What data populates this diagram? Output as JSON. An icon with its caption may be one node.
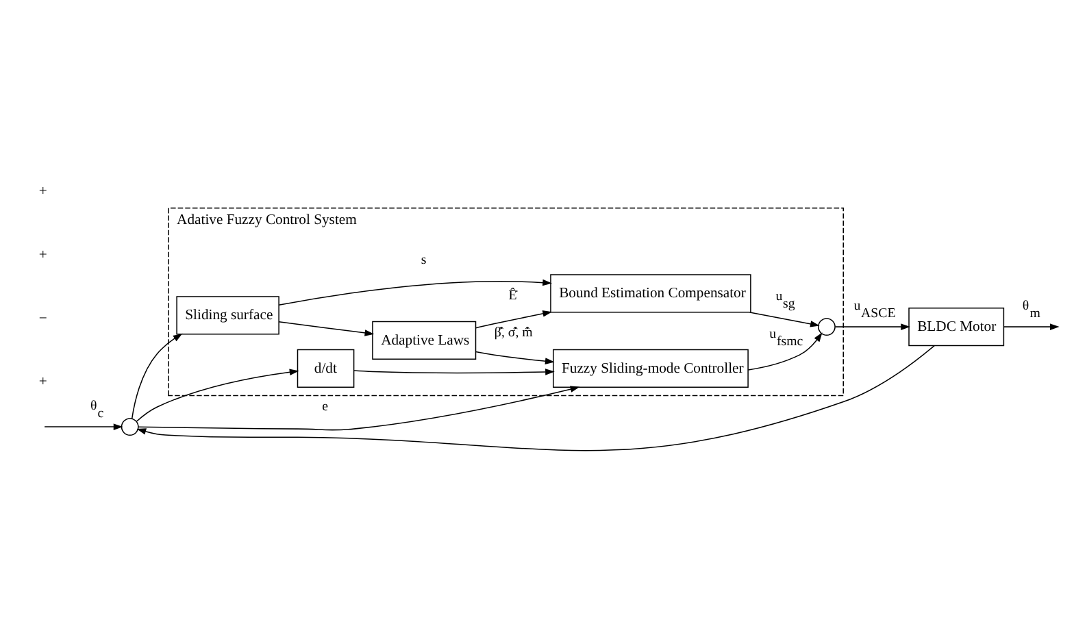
{
  "diagram": {
    "nodes": [
      {
        "text": [
          "Adative Fuzzy Control System"
        ]
      },
      {
        "text": [
          "Sliding surface"
        ],
        "in": 0
      },
      {
        "text": [
          "Bound Estimation Compensator"
        ],
        "in": 0
      },
      {
        "text": [
          "Adaptive Laws"
        ],
        "in": 0
      },
      {
        "text": [
          "d/dt"
        ],
        "in": 0
      },
      {
        "text": [
          "Fuzzy Sliding-mode Controller"
        ],
        "in": 0
      },
      {
        "text": [],
        "shape": "circle",
        "in": 0
      },
      {
        "text": [],
        "shape": "circle"
      },
      {
        "text": [
          "BLDC Motor"
        ]
      }
    ],
    "edges": [
      {
        "from": null,
        "to": 7,
        "arrow": "to",
        "label": "θ$_{c}$"
      },
      {
        "from": 7,
        "to": 5,
        "arrow": "to",
        "label": "e"
      },
      {
        "from": 7,
        "to": 1,
        "arrow": "to"
      },
      {
        "from": 7,
        "to": 4,
        "arrow": "to"
      },
      {
        "from": 1,
        "to": 2,
        "arrow": "to",
        "label": "s"
      },
      {
        "from": 1,
        "to": 3,
        "arrow": "to"
      },
      {
        "from": 3,
        "to": 2,
        "arrow": "to",
        "label": "Ê̇"
      },
      {
        "from": 3,
        "to": 5,
        "arrow": "to",
        "label": "β̂̇, σ̂̇, m̂̇"
      },
      {
        "from": 4,
        "to": 5,
        "arrow": "to"
      },
      {
        "from": 2,
        "to": 6,
        "arrow": "to",
        "label": "u$_{sg}$"
      },
      {
        "from": 5,
        "to": 6,
        "arrow": "to",
        "label": "u$_{fsmc}$"
      },
      {
        "from": 6,
        "to": 8,
        "arrow": "to",
        "label": "u$_{ASCE}$"
      },
      {
        "from": 8,
        "to": null,
        "arrow": "to",
        "label": "θ$_{m}$"
      },
      {
        "from": 8,
        "to": 7,
        "arrow": "to"
      }
    ],
    "labels": [
      "+",
      "−",
      "+",
      "+"
    ]
  }
}
